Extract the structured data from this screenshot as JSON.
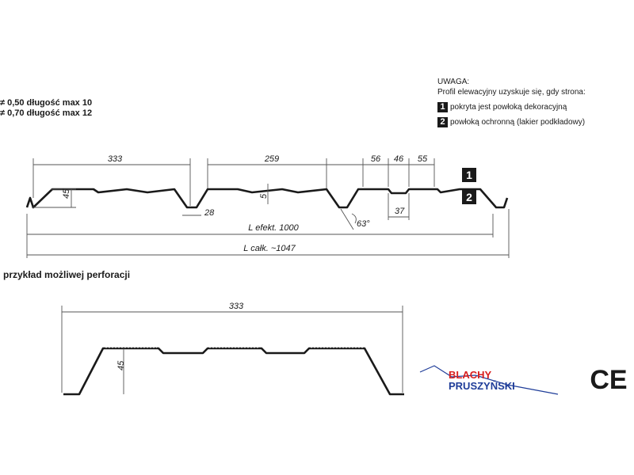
{
  "note": {
    "title": "UWAGA:",
    "line1": "Profil elewacyjny uzyskuje się, gdy strona:",
    "items": [
      {
        "num": "1",
        "text": "pokryta jest powłoką dekoracyjną"
      },
      {
        "num": "2",
        "text": "powłoką ochronną (lakier podkładowy)"
      }
    ]
  },
  "thickness": [
    "≠ 0,50 długość max 10",
    "≠ 0,70 długość max 12"
  ],
  "dims": {
    "d333": "333",
    "d259": "259",
    "d56": "56",
    "d46": "46",
    "d55": "55",
    "d45": "45",
    "d28": "28",
    "d5": "5",
    "d37": "37",
    "angle": "63°",
    "efekt": "L efekt. 1000",
    "calk": "L całk. ~1047"
  },
  "side_labels": {
    "top": "1",
    "bottom": "2"
  },
  "perforation": {
    "title": "przykład możliwej perforacji",
    "width": "333",
    "height": "45"
  },
  "logo": {
    "line1": "BLACHY",
    "line2": "PRUSZYŃSKI",
    "color_red": "#d81e1e",
    "color_yellow": "#f5d400",
    "color_blue": "#1f3d99"
  },
  "ce_mark": "CE"
}
